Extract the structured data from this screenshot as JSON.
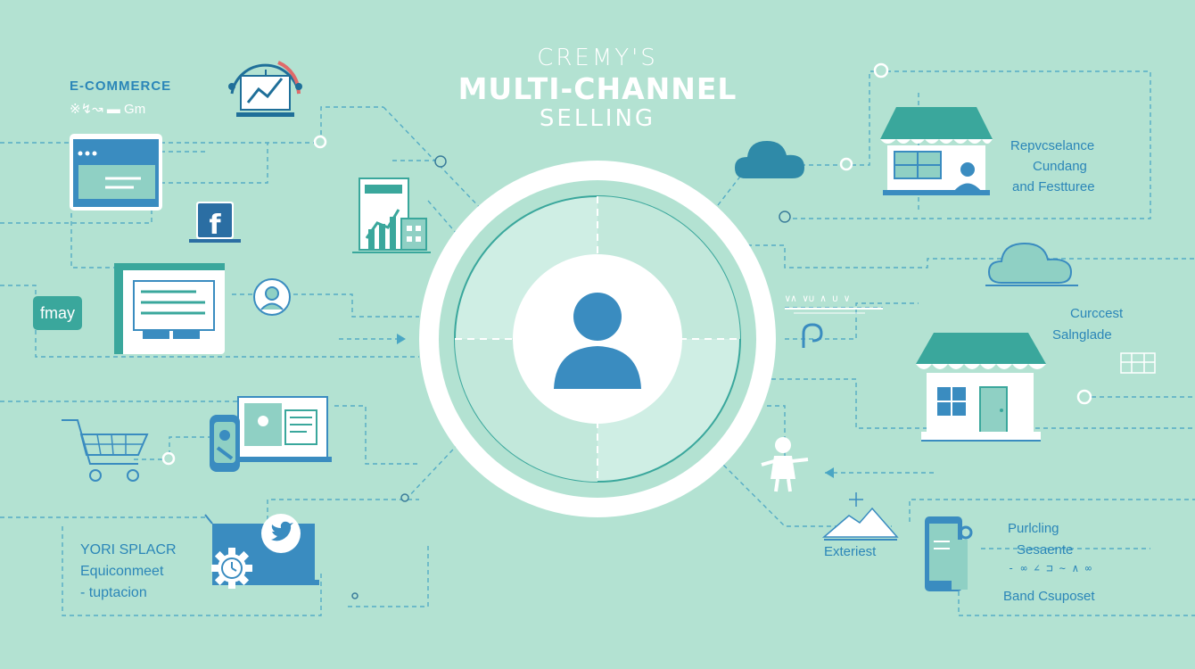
{
  "title": {
    "line1": "CREMY'S",
    "line2": "MULTI-CHANNEL",
    "line3": "SELLING"
  },
  "labels": {
    "ecommerce_title": "E-COMMERCE",
    "ecommerce_sub": "※↯↝  ▬ Gm",
    "etsy_badge": "fmay",
    "bottom_left_1": "YORI SPLACR",
    "bottom_left_2": "Equiconmeet",
    "bottom_left_3": "- tuptacion",
    "top_right_1": "Repvcselance",
    "top_right_2": "Cundang",
    "top_right_3": "and Festturee",
    "mid_right_1": "Curccest",
    "mid_right_2": "Salnglade",
    "mid_scribble": "∨∧ ∨∪ ∧ ∪ ∨",
    "extra_label": "Exteriest",
    "bottom_right_1": "Purlcling",
    "bottom_right_2": "Sesaente",
    "bottom_right_3": "- ∞ ∠ ⊐ ∼ ∧ ∞",
    "bottom_right_4": "Band Csuposet"
  },
  "icons": [
    "gauge-icon",
    "browser-window-icon",
    "facebook-icon",
    "building-chart-icon",
    "web-form-icon",
    "support-person-icon",
    "shopping-cart-icon",
    "mobile-device-icon",
    "twitter-icon",
    "gear-icon",
    "cloud-icon",
    "storefront-icon",
    "house-store-icon",
    "child-figure-icon",
    "mountain-icon",
    "smartphone-icon",
    "user-avatar-icon"
  ],
  "colors": {
    "background": "#b3e2d2",
    "teal": "#3aa79c",
    "blue": "#2b86b8",
    "accent_red": "#e06a6a",
    "white": "#ffffff"
  }
}
